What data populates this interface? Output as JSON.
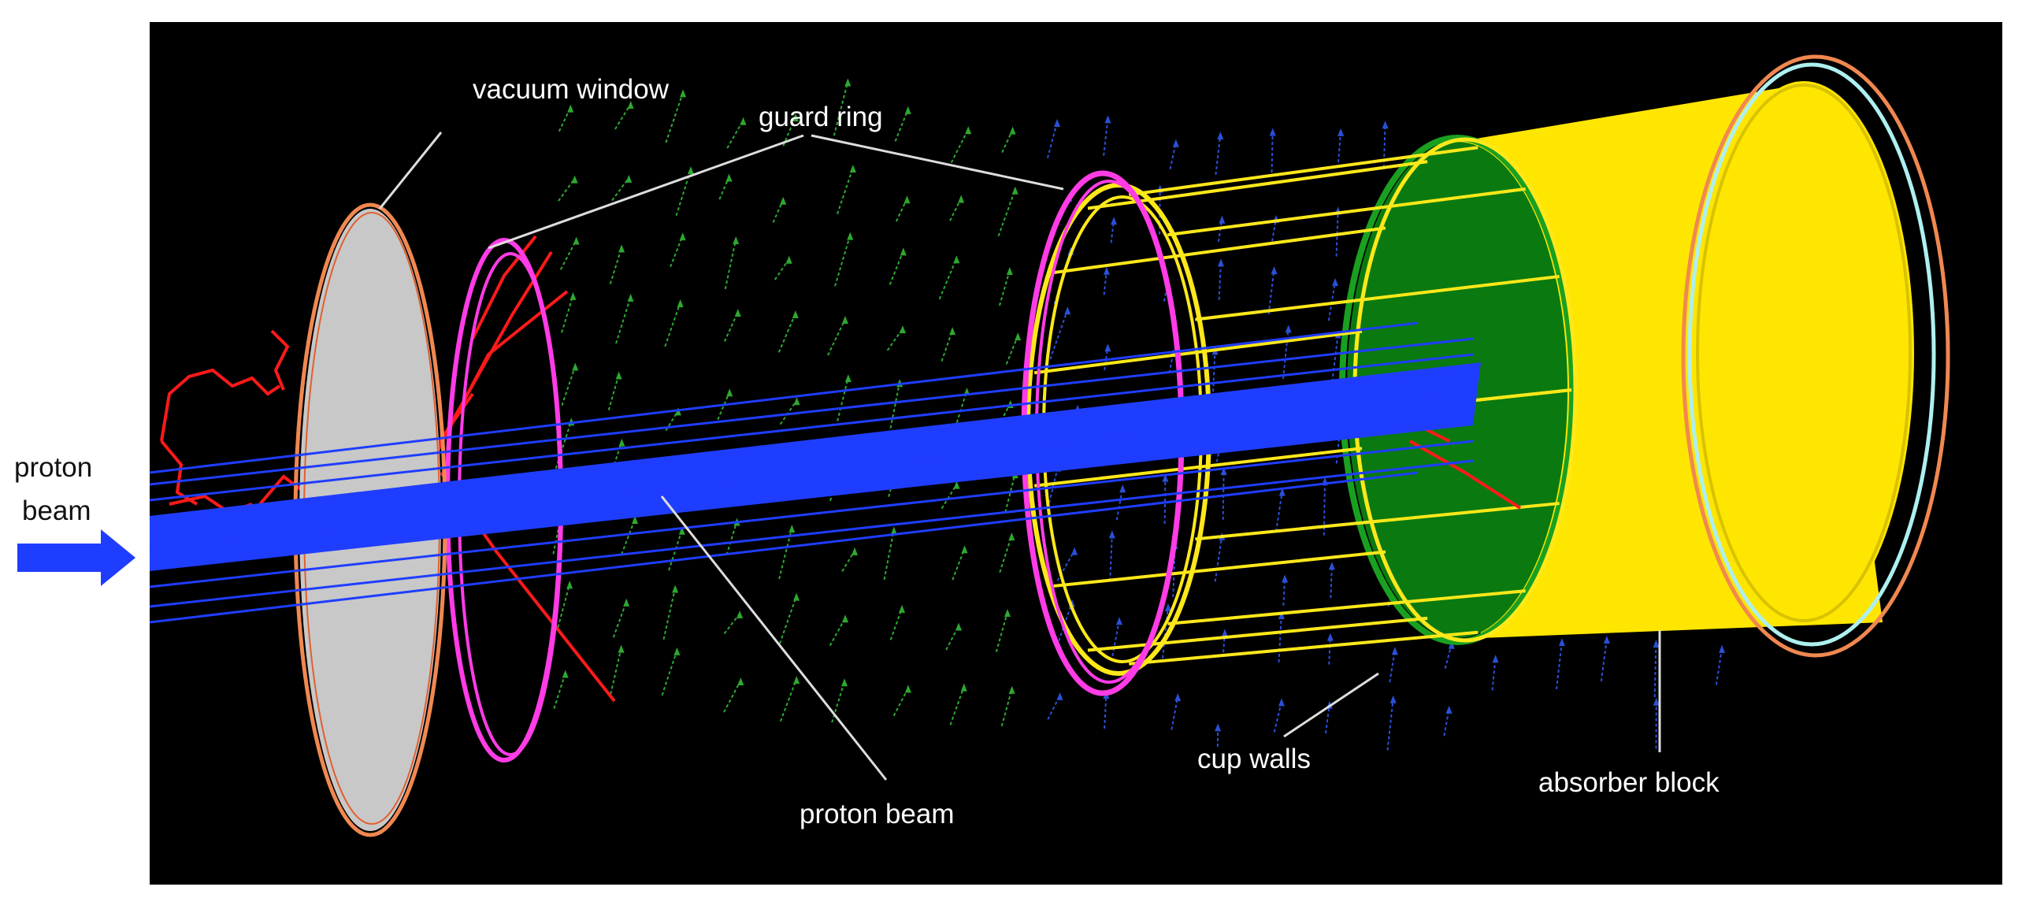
{
  "labels": {
    "vacuum_window": "vacuum window",
    "guard_ring": "guard ring",
    "proton_beam_left_line1": "proton",
    "proton_beam_left_line2": "beam",
    "proton_beam_center": "proton beam",
    "cup_walls": "cup walls",
    "absorber_block": "absorber block"
  },
  "colors": {
    "background": "#000000",
    "beam": "#1f3dff",
    "vacuum_window_fill": "#c8c8c8",
    "vacuum_window_rim": "#f08850",
    "guard_ring": "#ff3ce6",
    "cup_walls": "#ffe81a",
    "absorber_face": "#0a7a10",
    "absorber_body": "#ffe600",
    "absorber_flange_outer": "#f08850",
    "absorber_flange_inner": "#aef0f0",
    "secondary_tracks": "#ff1a1a",
    "field_arrows_green": "#2ea830",
    "field_arrows_blue": "#2a50d8",
    "incoming_arrow": "#1f3dff"
  },
  "icons": {
    "incoming_beam": "right-arrow-icon"
  }
}
